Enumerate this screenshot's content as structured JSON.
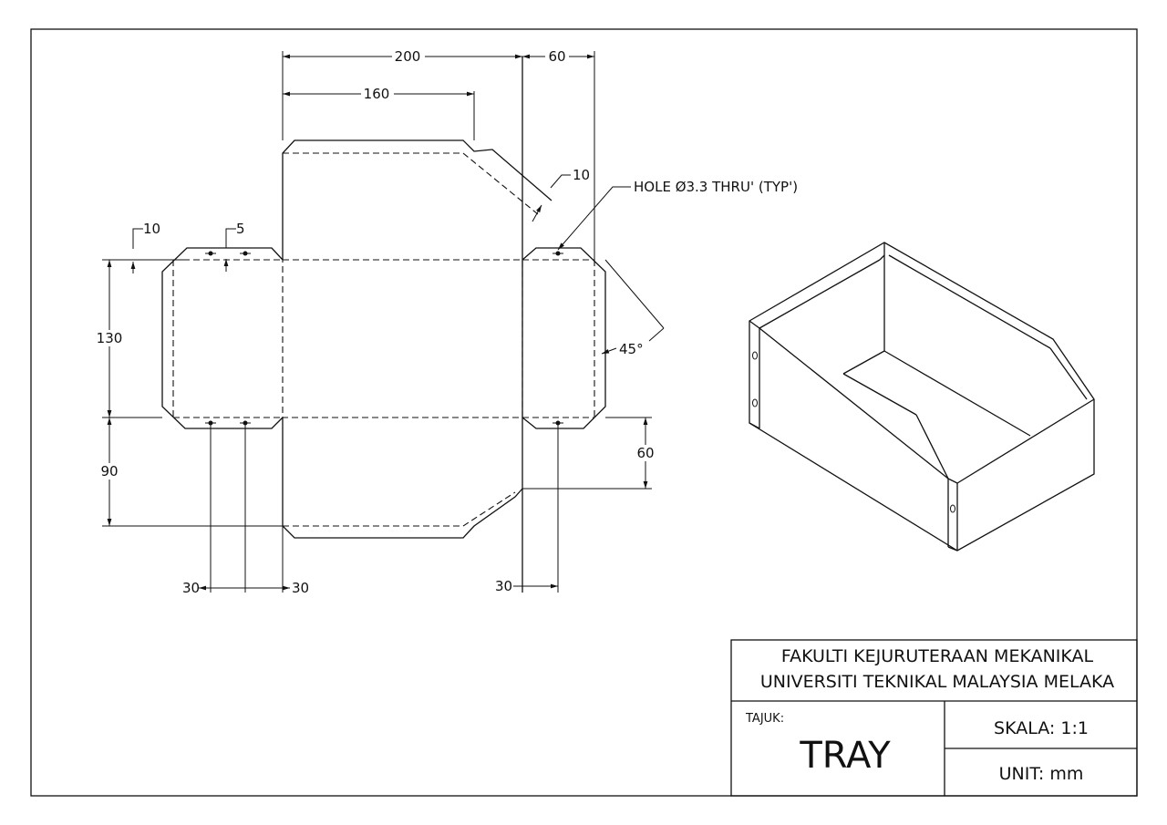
{
  "dimensions": {
    "d200": "200",
    "d60_top": "60",
    "d160": "160",
    "d10_flap": "10",
    "d10_left": "10",
    "d5": "5",
    "d130": "130",
    "d90": "90",
    "d60_right": "60",
    "d30_a": "30",
    "d30_b": "30",
    "d30_c": "30",
    "angle": "45°"
  },
  "note": "HOLE Ø3.3 THRU' (TYP')",
  "title_block": {
    "faculty": "FAKULTI KEJURUTERAAN MEKANIKAL",
    "university": "UNIVERSITI TEKNIKAL MALAYSIA MELAKA",
    "tajuk_label": "TAJUK:",
    "title": "TRAY",
    "scale": "SKALA:  1:1",
    "unit": "UNIT:  mm"
  }
}
